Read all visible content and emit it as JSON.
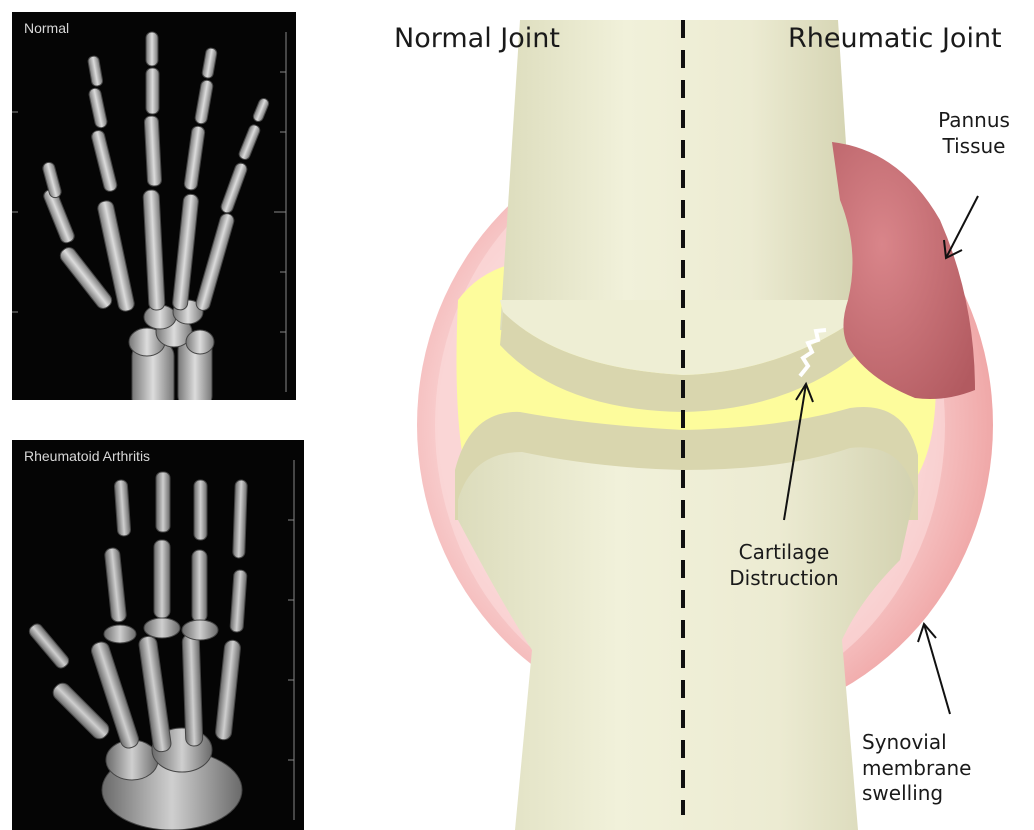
{
  "xrays": {
    "normal": {
      "label": "Normal"
    },
    "rheumatoid": {
      "label": "Rheumatoid Arthritis"
    }
  },
  "diagram": {
    "normal_title": "Normal Joint",
    "rheumatic_title": "Rheumatic Joint",
    "callouts": {
      "pannus": [
        "Pannus",
        "Tissue"
      ],
      "cartilage": [
        "Cartilage",
        "Distruction"
      ],
      "synovial": [
        "Synovial",
        "membrane",
        "swelling"
      ]
    }
  },
  "colors": {
    "bone": "#eeeed4",
    "bone_shadow": "#d8d8b6",
    "synovial_fluid": "#fdfc9c",
    "cartilage": "#d9d6ae",
    "synovial_membrane": "#f3b6b6",
    "pannus": "#c96c70",
    "xray_background": "#050505"
  }
}
